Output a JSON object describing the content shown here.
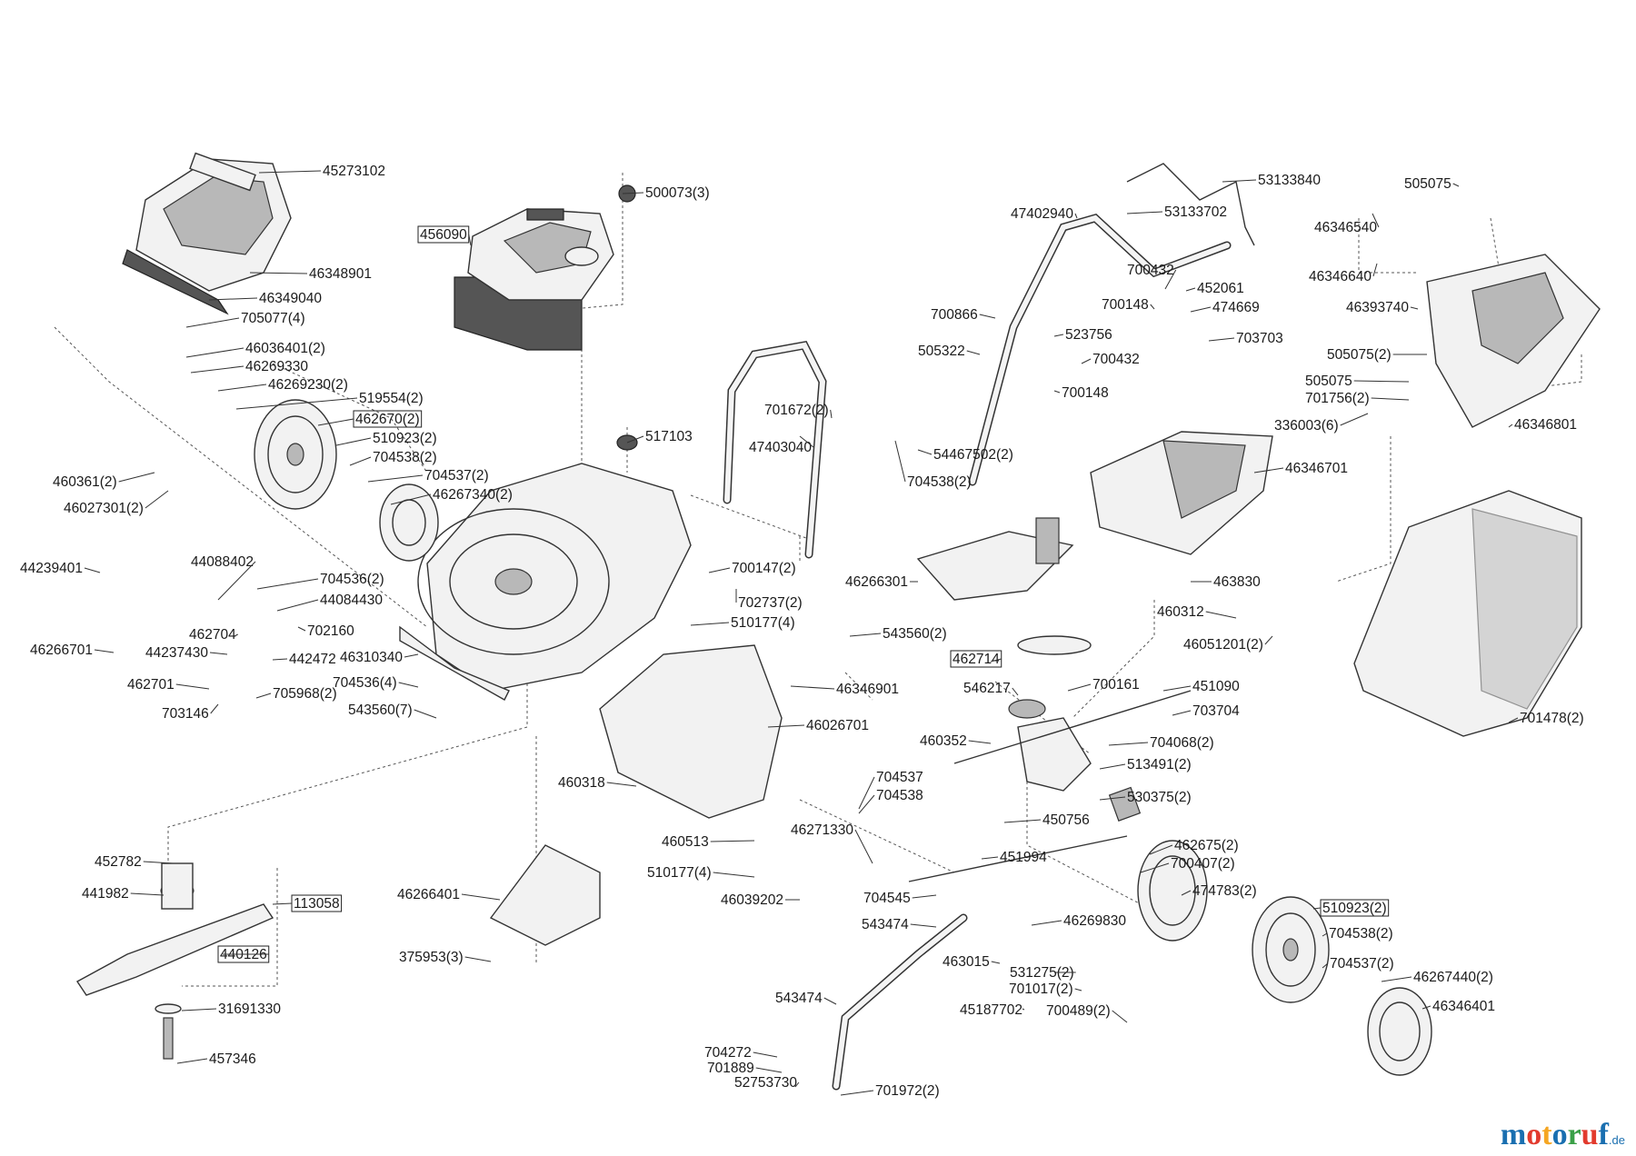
{
  "brand": {
    "logo_text": "motoruf",
    "logo_suffix": ".de",
    "logo_colors": [
      "#1a6fb0",
      "#e23b2e",
      "#f5a623",
      "#1a6fb0",
      "#3aa047",
      "#e23b2e",
      "#1a6fb0"
    ]
  },
  "labels": [
    "45273102",
    "46348901",
    "46349040",
    "705077(4)",
    "46036401(2)",
    "46269330",
    "46269230(2)",
    "519554(2)",
    "462670(2)",
    "510923(2)",
    "704538(2)",
    "704537(2)",
    "46267340(2)",
    "460361(2)",
    "46027301(2)",
    "44239401",
    "44088402",
    "704536(2)",
    "44084430",
    "702160",
    "462704",
    "44237430",
    "442472",
    "46266701",
    "462701",
    "703146",
    "705968(2)",
    "46310340",
    "704536(4)",
    "543560(7)",
    "500073(3)",
    "456090",
    "517103",
    "700147(2)",
    "702737(2)",
    "510177(4)",
    "543560(2)",
    "46346901",
    "46026701",
    "460318",
    "460513",
    "510177(4)",
    "46266401",
    "375953(3)",
    "452782",
    "441982",
    "113058",
    "440126",
    "31691330",
    "457346",
    "701672(2)",
    "47403040",
    "54467502(2)",
    "704538(2)",
    "53133840",
    "53133702",
    "47402940",
    "700432",
    "452061",
    "700148",
    "474669",
    "700866",
    "523756",
    "703703",
    "505322",
    "700432",
    "700148",
    "46346701",
    "46266301",
    "463830",
    "460312",
    "46051201(2)",
    "462714",
    "546217",
    "700161",
    "451090",
    "703704",
    "460352",
    "704068(2)",
    "513491(2)",
    "530375(2)",
    "704537",
    "704538",
    "46271330",
    "450756",
    "451994",
    "46039202",
    "704545",
    "543474",
    "46269830",
    "463015",
    "531275(2)",
    "701017(2)",
    "700489(2)",
    "45187702",
    "543474",
    "704272",
    "701889",
    "52753730",
    "701972(2)",
    "462675(2)",
    "700407(2)",
    "474783(2)",
    "510923(2)",
    "704538(2)",
    "704537(2)",
    "46267440(2)",
    "46346401",
    "505075",
    "46346540",
    "46346640",
    "46393740",
    "505075(2)",
    "505075",
    "701756(2)",
    "336003(6)",
    "46346801",
    "701478(2)"
  ]
}
